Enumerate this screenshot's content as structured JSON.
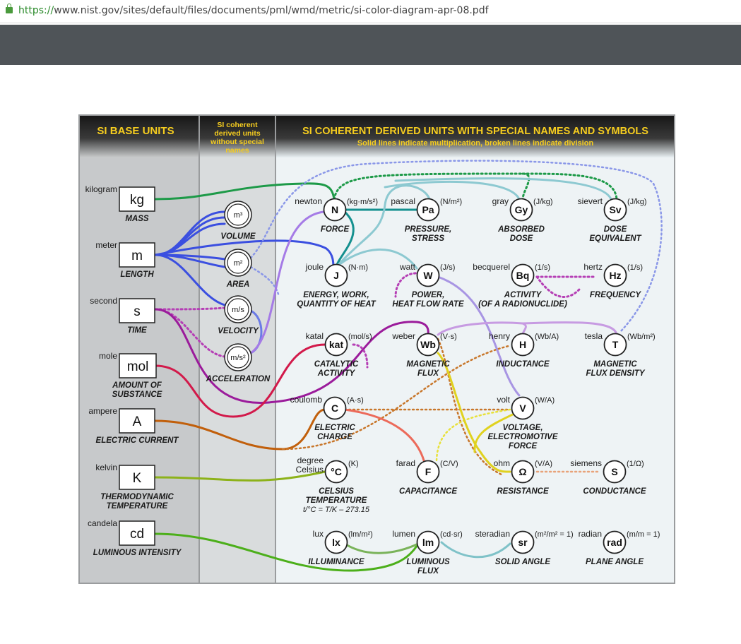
{
  "browser": {
    "url_scheme": "https://",
    "url_rest": "www.nist.gov/sites/default/files/documents/pml/wmd/metric/si-color-diagram-apr-08.pdf"
  },
  "headers": {
    "base": "SI BASE UNITS",
    "coherent": [
      "SI coherent",
      "derived units",
      "without special",
      "names"
    ],
    "special_title": "SI COHERENT  DERIVED UNITS WITH SPECIAL NAMES AND SYMBOLS",
    "special_sub": "Solid lines indicate multiplication, broken lines indicate division"
  },
  "base_units": [
    {
      "name": "kilogram",
      "symbol": "kg",
      "caption": [
        "MASS"
      ]
    },
    {
      "name": "meter",
      "symbol": "m",
      "caption": [
        "LENGTH"
      ]
    },
    {
      "name": "second",
      "symbol": "s",
      "caption": [
        "TIME"
      ]
    },
    {
      "name": "mole",
      "symbol": "mol",
      "caption": [
        "AMOUNT OF",
        "SUBSTANCE"
      ]
    },
    {
      "name": "ampere",
      "symbol": "A",
      "caption": [
        "ELECTRIC CURRENT"
      ]
    },
    {
      "name": "kelvin",
      "symbol": "K",
      "caption": [
        "THERMODYNAMIC",
        "TEMPERATURE"
      ]
    },
    {
      "name": "candela",
      "symbol": "cd",
      "caption": [
        "LUMINOUS INTENSITY"
      ]
    }
  ],
  "coherent_units": [
    {
      "symbol": "m³",
      "caption": "VOLUME"
    },
    {
      "symbol": "m²",
      "caption": "AREA"
    },
    {
      "symbol": "m/s",
      "caption": "VELOCITY"
    },
    {
      "symbol": "m/s²",
      "caption": "ACCELERATION"
    }
  ],
  "derived_units": [
    {
      "id": "N",
      "name": "newton",
      "symbol": "N",
      "def": "(kg·m/s²)",
      "caption": [
        "FORCE"
      ]
    },
    {
      "id": "Pa",
      "name": "pascal",
      "symbol": "Pa",
      "def": "(N/m²)",
      "caption": [
        "PRESSURE,",
        "STRESS"
      ]
    },
    {
      "id": "Gy",
      "name": "gray",
      "symbol": "Gy",
      "def": "(J/kg)",
      "caption": [
        "ABSORBED",
        "DOSE"
      ]
    },
    {
      "id": "Sv",
      "name": "sievert",
      "symbol": "Sv",
      "def": "(J/kg)",
      "caption": [
        "DOSE",
        "EQUIVALENT"
      ]
    },
    {
      "id": "J",
      "name": "joule",
      "symbol": "J",
      "def": "(N·m)",
      "caption": [
        "ENERGY, WORK,",
        "QUANTITY OF HEAT"
      ]
    },
    {
      "id": "W",
      "name": "watt",
      "symbol": "W",
      "def": "(J/s)",
      "caption": [
        "POWER,",
        "HEAT FLOW RATE"
      ]
    },
    {
      "id": "Bq",
      "name": "becquerel",
      "symbol": "Bq",
      "def": "(1/s)",
      "caption": [
        "ACTIVITY",
        "(OF A RADIONUCLIDE)"
      ]
    },
    {
      "id": "Hz",
      "name": "hertz",
      "symbol": "Hz",
      "def": "(1/s)",
      "caption": [
        "FREQUENCY"
      ]
    },
    {
      "id": "kat",
      "name": "katal",
      "symbol": "kat",
      "def": "(mol/s)",
      "caption": [
        "CATALYTIC",
        "ACTIVITY"
      ]
    },
    {
      "id": "Wb",
      "name": "weber",
      "symbol": "Wb",
      "def": "(V·s)",
      "caption": [
        "MAGNETIC",
        "FLUX"
      ]
    },
    {
      "id": "H",
      "name": "henry",
      "symbol": "H",
      "def": "(Wb/A)",
      "caption": [
        "INDUCTANCE"
      ]
    },
    {
      "id": "T",
      "name": "tesla",
      "symbol": "T",
      "def": "(Wb/m²)",
      "caption": [
        "MAGNETIC",
        "FLUX DENSITY"
      ]
    },
    {
      "id": "C",
      "name": "coulomb",
      "symbol": "C",
      "def": "(A·s)",
      "caption": [
        "ELECTRIC",
        "CHARGE"
      ]
    },
    {
      "id": "V",
      "name": "volt",
      "symbol": "V",
      "def": "(W/A)",
      "caption": [
        "VOLTAGE,",
        "ELECTROMOTIVE",
        "FORCE"
      ]
    },
    {
      "id": "degC",
      "name": "degree Celsius",
      "symbol": "°C",
      "def": "(K)",
      "caption": [
        "CELSIUS",
        "TEMPERATURE",
        "t/°C = T/K – 273.15"
      ]
    },
    {
      "id": "F",
      "name": "farad",
      "symbol": "F",
      "def": "(C/V)",
      "caption": [
        "CAPACITANCE"
      ]
    },
    {
      "id": "ohm",
      "name": "ohm",
      "symbol": "Ω",
      "def": "(V/A)",
      "caption": [
        "RESISTANCE"
      ]
    },
    {
      "id": "S",
      "name": "siemens",
      "symbol": "S",
      "def": "(1/Ω)",
      "caption": [
        "CONDUCTANCE"
      ]
    },
    {
      "id": "lx",
      "name": "lux",
      "symbol": "lx",
      "def": "(lm/m²)",
      "caption": [
        "ILLUMINANCE"
      ]
    },
    {
      "id": "lm",
      "name": "lumen",
      "symbol": "lm",
      "def": "(cd·sr)",
      "caption": [
        "LUMINOUS",
        "FLUX"
      ]
    },
    {
      "id": "sr",
      "name": "steradian",
      "symbol": "sr",
      "def": "(m²/m² = 1)",
      "caption": [
        "SOLID ANGLE"
      ]
    },
    {
      "id": "rad",
      "name": "radian",
      "symbol": "rad",
      "def": "(m/m = 1)",
      "caption": [
        "PLANE ANGLE"
      ]
    }
  ],
  "colors": {
    "kg": "#1d9a48",
    "m": "#3b4fe0",
    "s": "#9b1b9b",
    "mol": "#d2194a",
    "A": "#c15f0b",
    "K": "#8db21a",
    "cd": "#4caf1a"
  }
}
